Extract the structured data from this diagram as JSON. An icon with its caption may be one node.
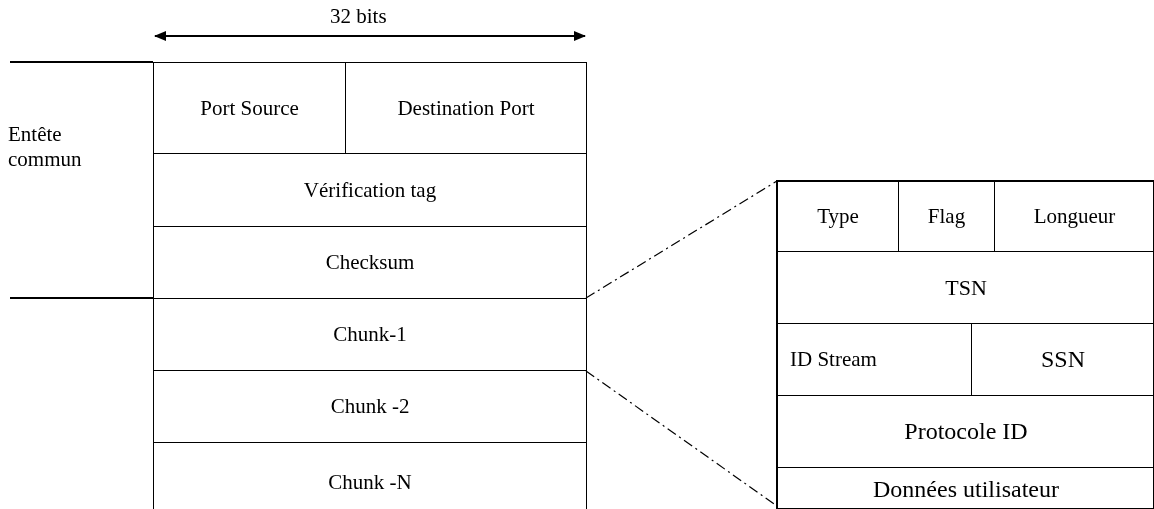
{
  "diagram": {
    "nodes": [
      {
        "text": [
          "Port Source"
        ]
      },
      {
        "text": [
          "Destination Port"
        ]
      },
      {
        "text": [
          "Vérification tag"
        ]
      },
      {
        "text": [
          "Checksum"
        ]
      },
      {
        "text": [
          "Chunk-1"
        ]
      },
      {
        "text": [
          "Chunk -2"
        ]
      },
      {
        "text": [
          "Chunk -N"
        ]
      },
      {
        "text": [],
        "shape": "box"
      },
      {
        "text": [
          "Type"
        ],
        "in": 7
      },
      {
        "text": [
          "Flag"
        ],
        "in": 7
      },
      {
        "text": [
          "Longueur"
        ],
        "in": 7
      },
      {
        "text": [
          "TSN"
        ],
        "in": 7
      },
      {
        "text": [
          "ID Stream"
        ],
        "in": 7
      },
      {
        "text": [
          "SSN"
        ],
        "in": 7
      },
      {
        "text": [
          "Protocole ID"
        ],
        "in": 7
      },
      {
        "text": [
          "Données utilisateur"
        ],
        "in": 7
      }
    ],
    "edges": [
      {
        "from": 4,
        "to": 7,
        "arrow": "none",
        "style": "dashed"
      },
      {
        "from": 4,
        "to": 7,
        "arrow": "none",
        "style": "dashed"
      }
    ],
    "labels": [
      "32 bits",
      "Entête commun"
    ]
  }
}
